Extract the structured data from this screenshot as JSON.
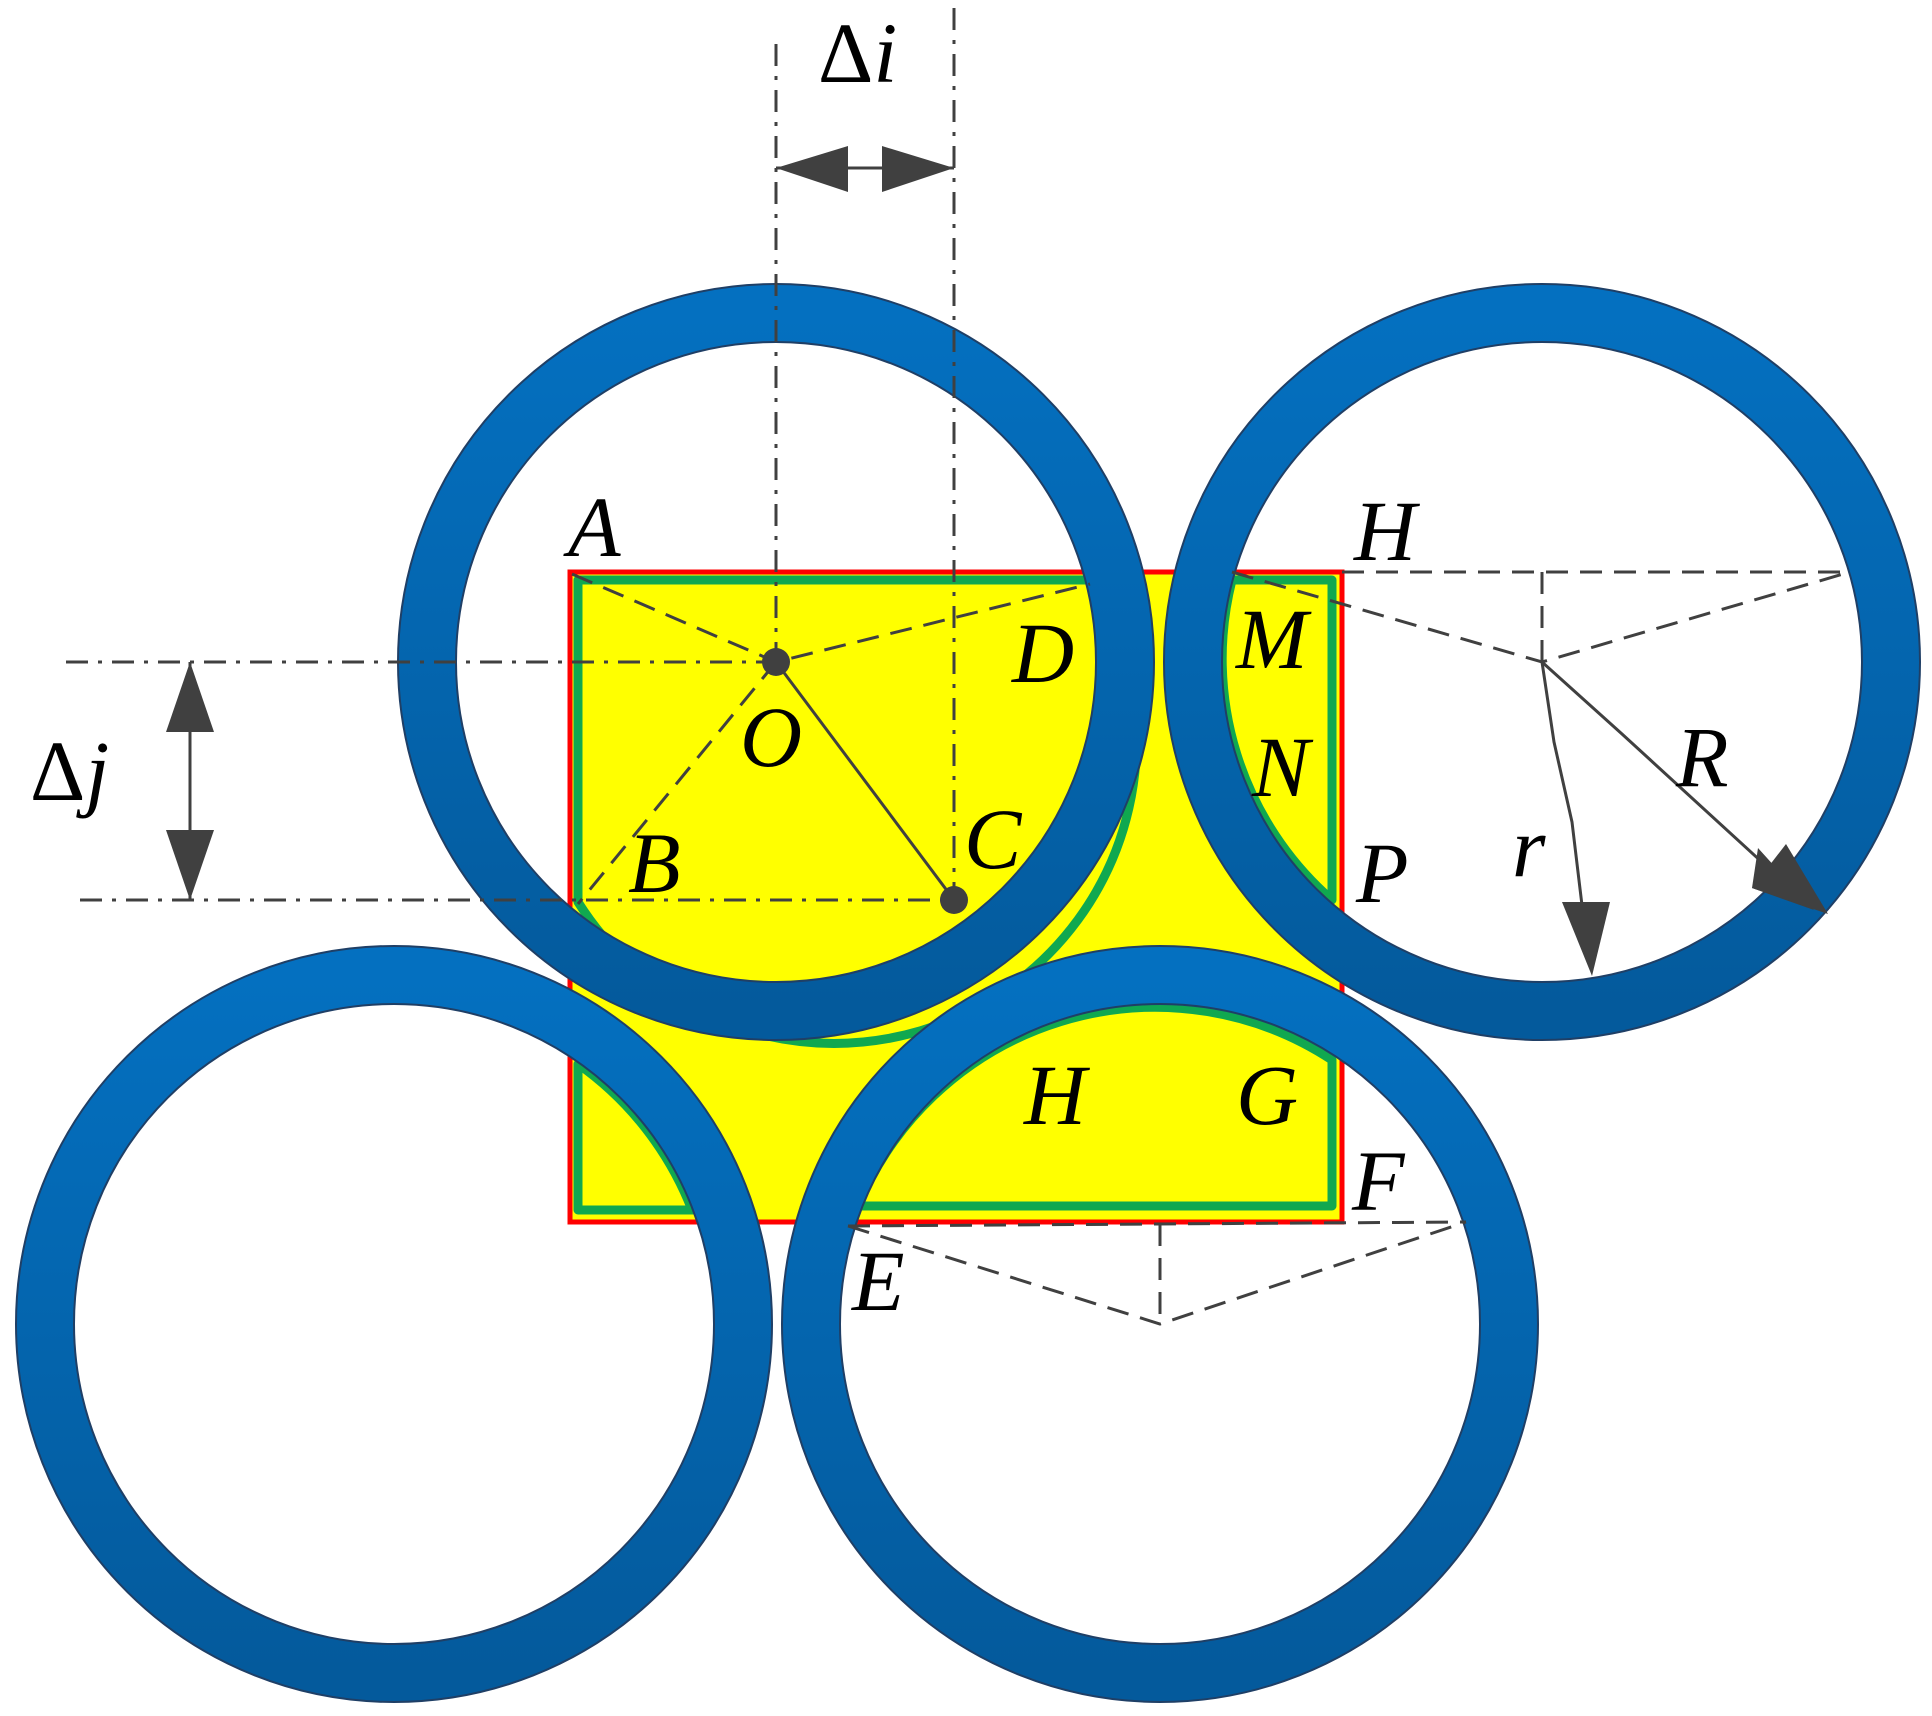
{
  "colors": {
    "ring": "#0468b8",
    "ring_edge": "#1f3f66",
    "fill": "#ffff00",
    "border": "#ff0000",
    "inner_outline": "#10a850",
    "line": "#404040"
  },
  "labels": {
    "A": "A",
    "B": "B",
    "C": "C",
    "D": "D",
    "O": "O",
    "M": "M",
    "N": "N",
    "P": "P",
    "H_top": "H",
    "H_mid": "H",
    "G": "G",
    "F": "F",
    "E": "E",
    "r": "r",
    "R": "R"
  },
  "dimensions": {
    "delta_i": {
      "symbol": "Δ",
      "var": "i"
    },
    "delta_j": {
      "symbol": "Δ",
      "var": "j"
    }
  }
}
